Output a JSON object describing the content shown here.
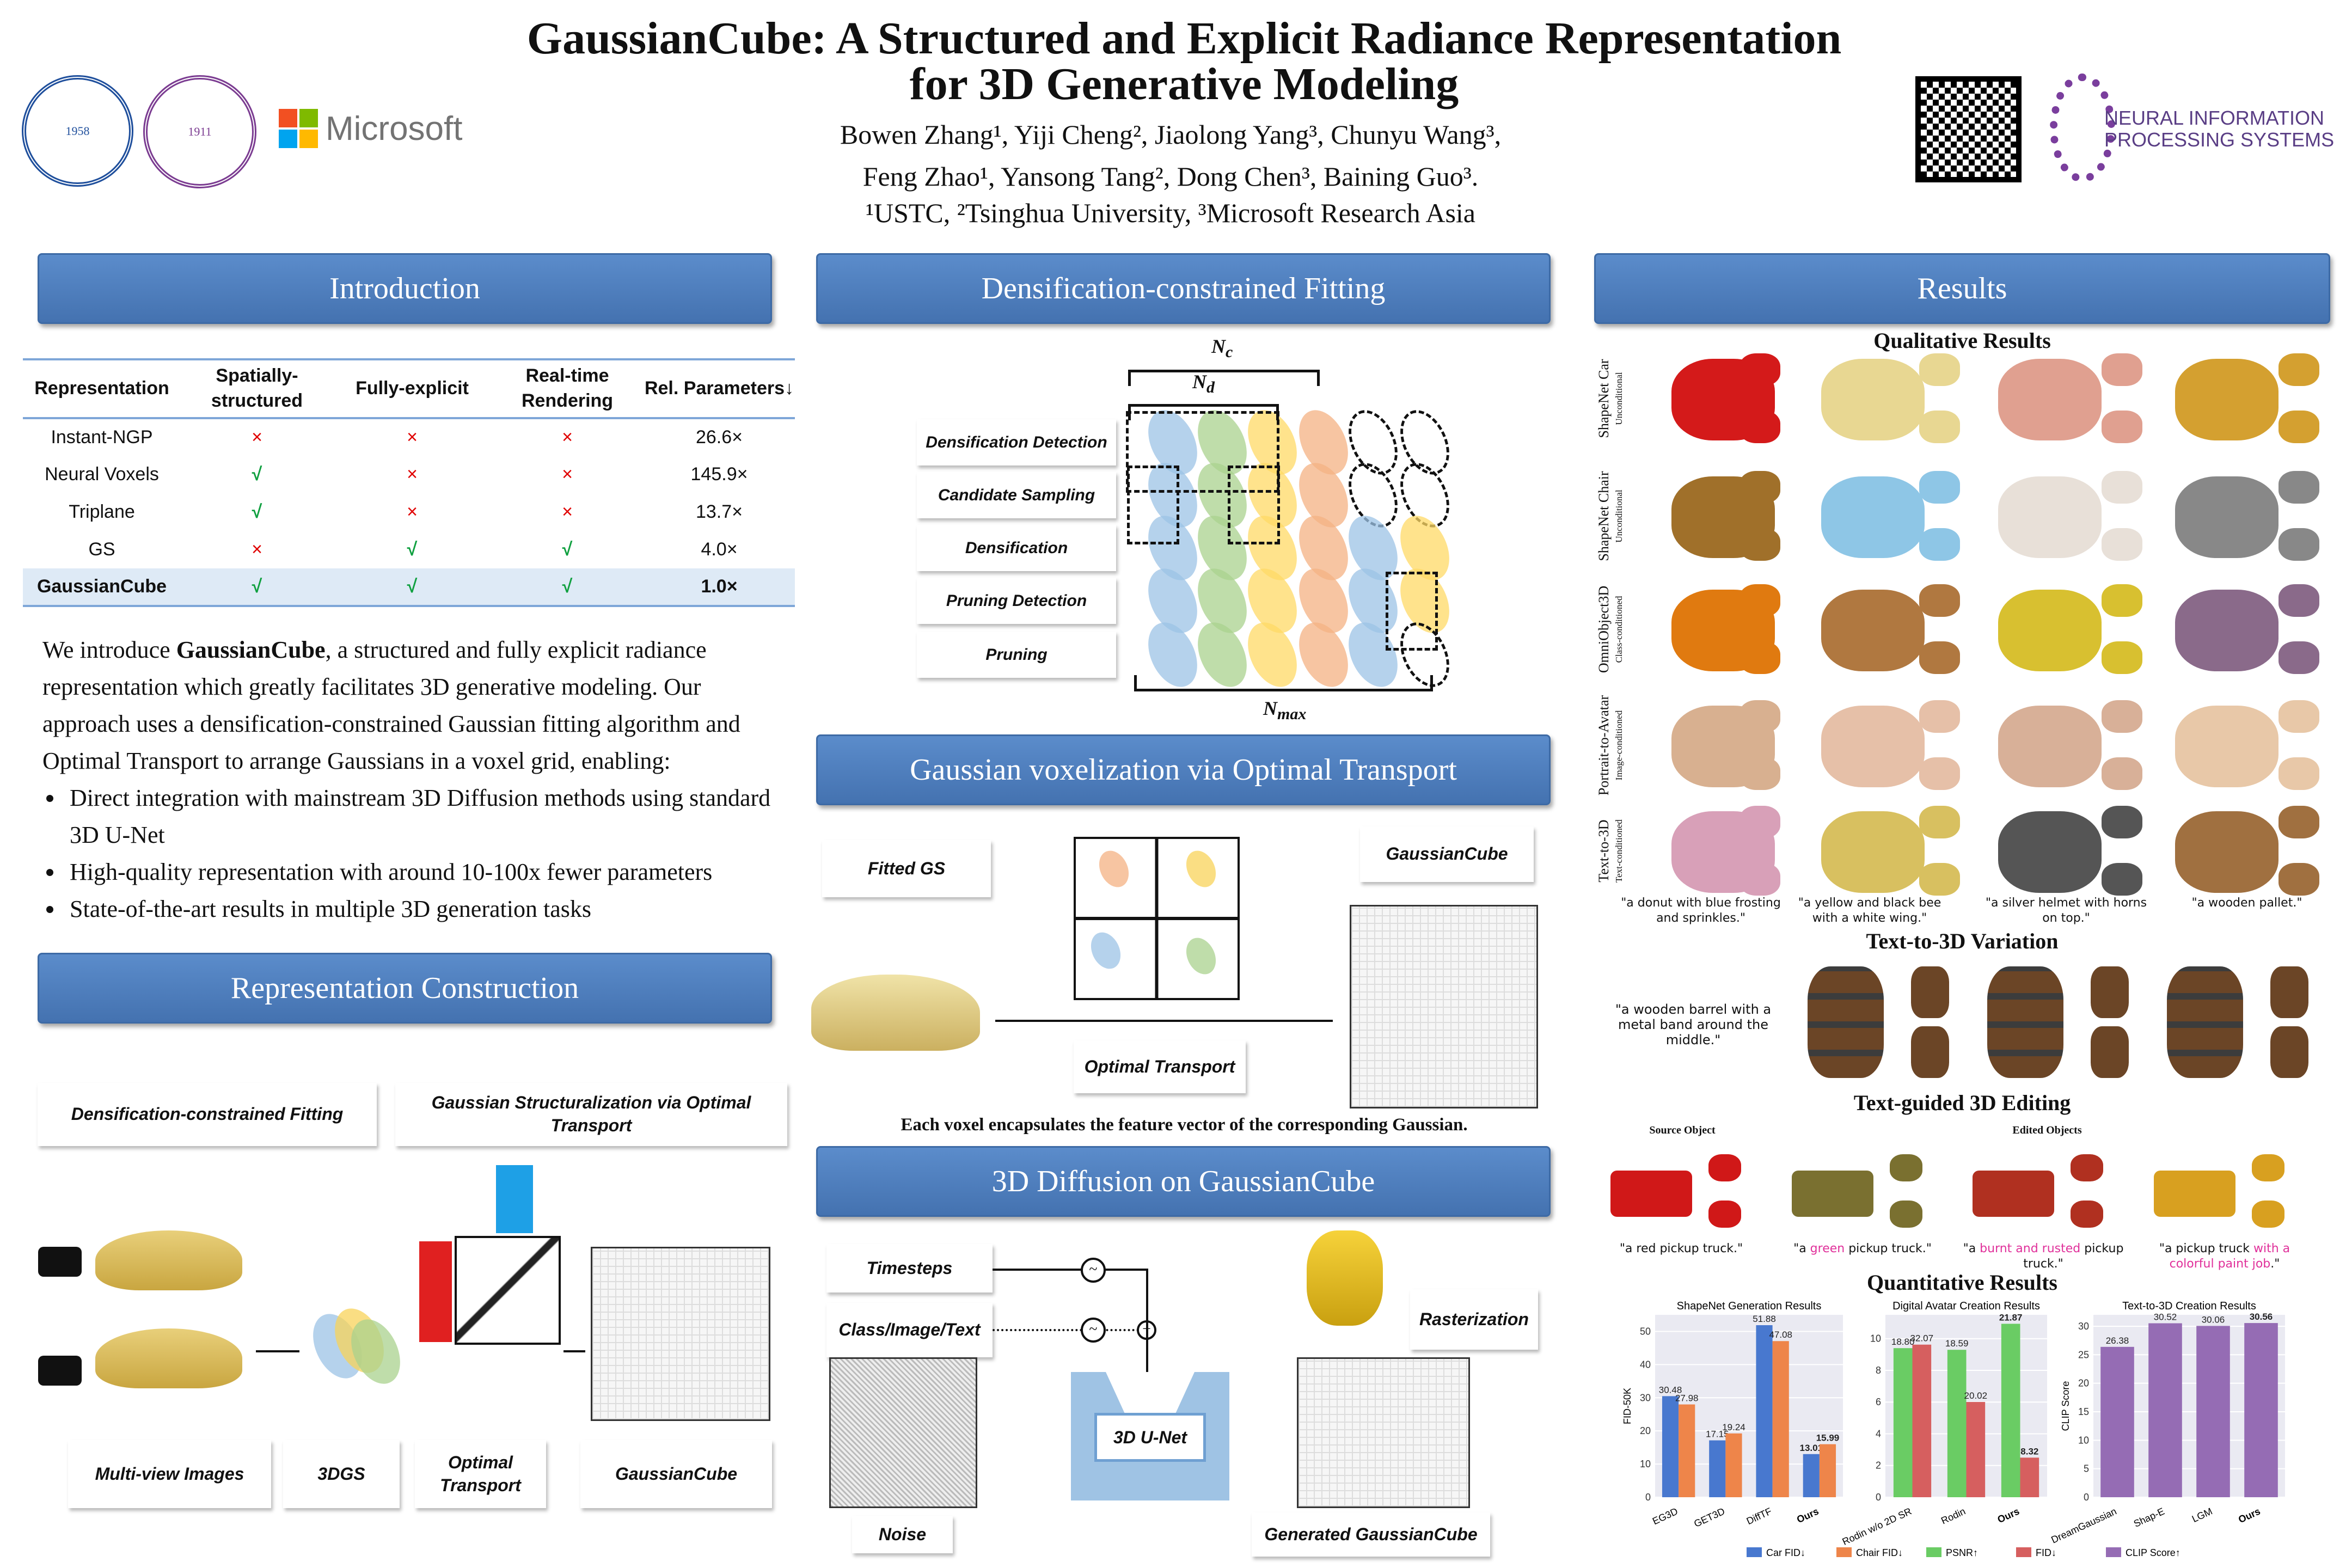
{
  "header": {
    "title_line1": "GaussianCube: A Structured and Explicit Radiance Representation",
    "title_line2": "for 3D Generative Modeling",
    "authors_line1": "Bowen Zhang¹, Yiji Cheng²,  Jiaolong Yang³, Chunyu Wang³,",
    "authors_line2": "Feng Zhao¹, Yansong Tang², Dong Chen³, Baining Guo³.",
    "affiliations": "¹USTC, ²Tsinghua University, ³Microsoft Research Asia",
    "logos": {
      "microsoft": "Microsoft",
      "neurips_line1": "NEURAL INFORMATION",
      "neurips_line2": "PROCESSING SYSTEMS",
      "ustc_year": "1958",
      "tsinghua_year": "1911"
    }
  },
  "introduction": {
    "heading": "Introduction",
    "table": {
      "columns": [
        "Representation",
        "Spatially-structured",
        "Fully-explicit",
        "Real-time Rendering",
        "Rel. Parameters↓"
      ],
      "rows": [
        [
          "Instant-NGP",
          "×",
          "×",
          "×",
          "26.6×"
        ],
        [
          "Neural Voxels",
          "√",
          "×",
          "×",
          "145.9×"
        ],
        [
          "Triplane",
          "√",
          "×",
          "×",
          "13.7×"
        ],
        [
          "GS",
          "×",
          "√",
          "√",
          "4.0×"
        ],
        [
          "GaussianCube",
          "√",
          "√",
          "√",
          "1.0×"
        ]
      ]
    },
    "para_pre": "We introduce ",
    "para_bold": "GaussianCube",
    "para_post": ", a structured and fully explicit radiance representation which greatly facilitates 3D generative modeling. Our approach uses a densification-constrained Gaussian fitting algorithm and Optimal Transport to arrange Gaussians in a voxel grid, enabling:",
    "bullets": [
      "Direct integration with mainstream 3D Diffusion methods using standard 3D U-Net",
      "High-quality representation with around 10-100x fewer parameters",
      "State-of-the-art results in multiple 3D generation tasks"
    ]
  },
  "representation_construction": {
    "heading": "Representation Construction",
    "stage1": "Densification-constrained Fitting",
    "stage2": "Gaussian Structuralization via Optimal Transport",
    "labels": [
      "Multi-view Images",
      "3DGS",
      "Optimal Transport",
      "GaussianCube"
    ]
  },
  "densification": {
    "heading": "Densification-constrained Fitting",
    "steps": [
      "Densification Detection",
      "Candidate Sampling",
      "Densification",
      "Pruning Detection",
      "Pruning"
    ],
    "nc": "N",
    "nc_sub": "c",
    "nd": "N",
    "nd_sub": "d",
    "nmax": "N",
    "nmax_sub": "max"
  },
  "voxelization": {
    "heading": "Gaussian voxelization via Optimal Transport",
    "fitted_gs": "Fitted GS",
    "gaussiancube": "GaussianCube",
    "optimal_transport": "Optimal Transport",
    "caption": "Each voxel encapsulates the feature vector of the corresponding Gaussian."
  },
  "diffusion": {
    "heading": "3D Diffusion on GaussianCube",
    "timesteps": "Timesteps",
    "condition": "Class/Image/Text",
    "noise": "Noise",
    "unet": "3D U-Net",
    "rasterization": "Rasterization",
    "generated": "Generated GaussianCube"
  },
  "results": {
    "heading": "Results",
    "qualitative_title": "Qualitative Results",
    "rows": [
      {
        "name": "ShapeNet Car",
        "cond": "Unconditional"
      },
      {
        "name": "ShapeNet Chair",
        "cond": "Unconditional"
      },
      {
        "name": "OmniObject3D",
        "cond": "Class-conditioned"
      },
      {
        "name": "Portrait-to-Avatar",
        "cond": "Image-conditioned"
      },
      {
        "name": "Text-to-3D",
        "cond": "Text-conditioned"
      }
    ],
    "text_prompts": [
      "\"a donut with blue frosting and sprinkles.\"",
      "\"a yellow and black bee with a white wing.\"",
      "\"a silver helmet with horns on top.\"",
      "\"a wooden pallet.\""
    ],
    "variation_title": "Text-to-3D Variation",
    "variation_prompt": "\"a wooden barrel with a metal band around the middle.\"",
    "editing_title": "Text-guided 3D Editing",
    "source_label": "Source Object",
    "edited_label": "Edited Objects",
    "edit_prompts": [
      {
        "pre": "\"a red pickup truck.\"",
        "hl": "",
        "post": ""
      },
      {
        "pre": "\"a ",
        "hl": "green",
        "post": " pickup truck.\""
      },
      {
        "pre": "\"a ",
        "hl": "burnt and rusted",
        "post": " pickup truck.\""
      },
      {
        "pre": "\"a pickup truck ",
        "hl": "with a colorful paint job",
        "post": ".\""
      }
    ],
    "quantitative_title": "Quantitative Results"
  },
  "chart_data": [
    {
      "type": "bar",
      "title": "ShapeNet Generation Results",
      "ylabel": "FID-50K",
      "ylim": [
        0,
        55
      ],
      "yticks": [
        0,
        10,
        20,
        30,
        40,
        50
      ],
      "categories": [
        "EG3D",
        "GET3D",
        "DiffTF",
        "Ours"
      ],
      "series": [
        {
          "name": "Car FID↓",
          "color": "#4878cf",
          "values": [
            30.48,
            17.15,
            51.88,
            13.01
          ]
        },
        {
          "name": "Chair FID↓",
          "color": "#ee854a",
          "values": [
            27.98,
            19.24,
            47.08,
            15.99
          ]
        }
      ]
    },
    {
      "type": "bar",
      "title": "Digital Avatar Creation Results",
      "ylabel": "",
      "ylim": [
        0,
        11.5
      ],
      "yticks": [
        0,
        2,
        4,
        6,
        8,
        10
      ],
      "categories": [
        "Rodin w/o 2D SR",
        "Rodin",
        "Ours"
      ],
      "series": [
        {
          "name": "PSNR↑",
          "color": "#6acc64",
          "values": [
            18.8,
            18.59,
            21.87
          ],
          "display_scale": 0.5
        },
        {
          "name": "FID↓",
          "color": "#d65f5f",
          "values": [
            32.07,
            20.02,
            8.32
          ],
          "display_scale": 0.3
        }
      ]
    },
    {
      "type": "bar",
      "title": "Text-to-3D Creation Results",
      "ylabel": "CLIP Score",
      "ylim": [
        0,
        32
      ],
      "yticks": [
        0,
        5,
        10,
        15,
        20,
        25,
        30
      ],
      "categories": [
        "DreamGaussian",
        "Shap-E",
        "LGM",
        "Ours"
      ],
      "series": [
        {
          "name": "CLIP Score↑",
          "color": "#956cb4",
          "values": [
            26.38,
            30.52,
            30.06,
            30.56
          ]
        }
      ]
    }
  ]
}
